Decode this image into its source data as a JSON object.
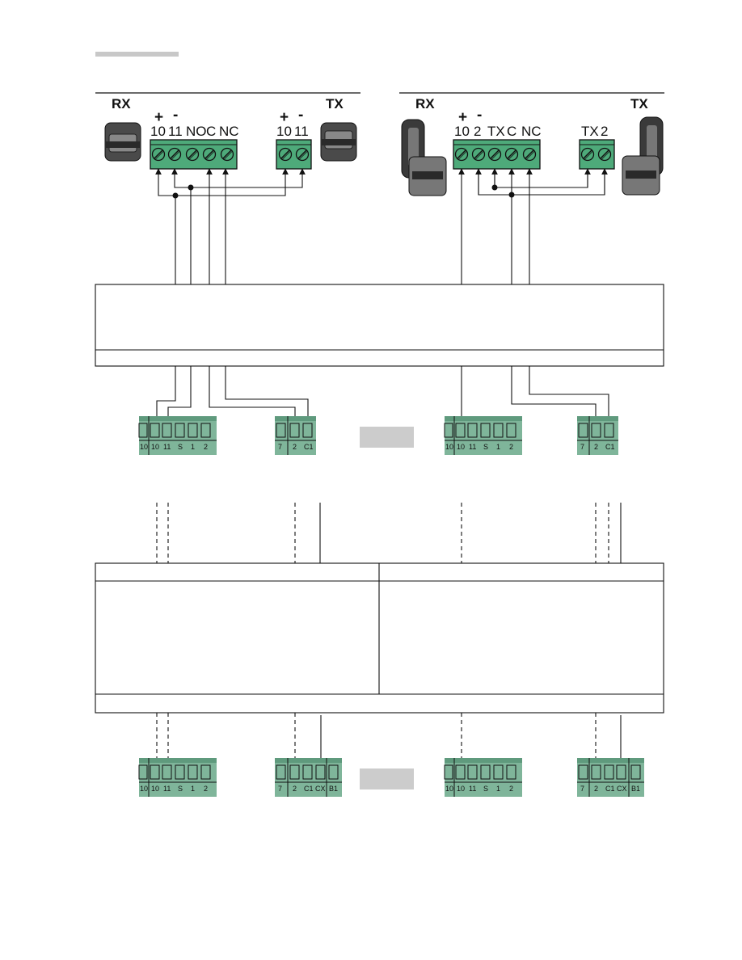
{
  "colors": {
    "terminal_green": "#4eaa7a",
    "strip_green": "#7fb59a",
    "gray_tab": "#cccccc",
    "line": "#111111"
  },
  "left_photocell": {
    "rx_label": "RX",
    "tx_label": "TX",
    "rx_polarity": [
      "+",
      "-"
    ],
    "rx_terminals": [
      "10",
      "11",
      "NO",
      "C",
      "NC"
    ],
    "tx_polarity": [
      "+",
      "-"
    ],
    "tx_terminals": [
      "10",
      "11"
    ]
  },
  "right_photocell": {
    "rx_label": "RX",
    "tx_label": "TX",
    "rx_polarity": [
      "+",
      "-"
    ],
    "rx_terminals": [
      "10",
      "2",
      "TX",
      "C",
      "NC"
    ],
    "tx_terminals": [
      "TX",
      "2"
    ]
  },
  "board_a": {
    "strip_1": [
      "10",
      "10",
      "11",
      "S",
      "1",
      "2"
    ],
    "strip_2": [
      "7",
      "2",
      "C1"
    ],
    "strip_3": [
      "10",
      "10",
      "11",
      "S",
      "1",
      "2"
    ],
    "strip_4": [
      "7",
      "2",
      "C1"
    ]
  },
  "board_b": {
    "strip_1": [
      "10",
      "10",
      "11",
      "S",
      "1",
      "2"
    ],
    "strip_2": [
      "7",
      "2",
      "C1",
      "CX",
      "B1"
    ],
    "strip_3": [
      "10",
      "10",
      "11",
      "S",
      "1",
      "2"
    ],
    "strip_4": [
      "7",
      "2",
      "C1",
      "CX",
      "B1"
    ]
  }
}
